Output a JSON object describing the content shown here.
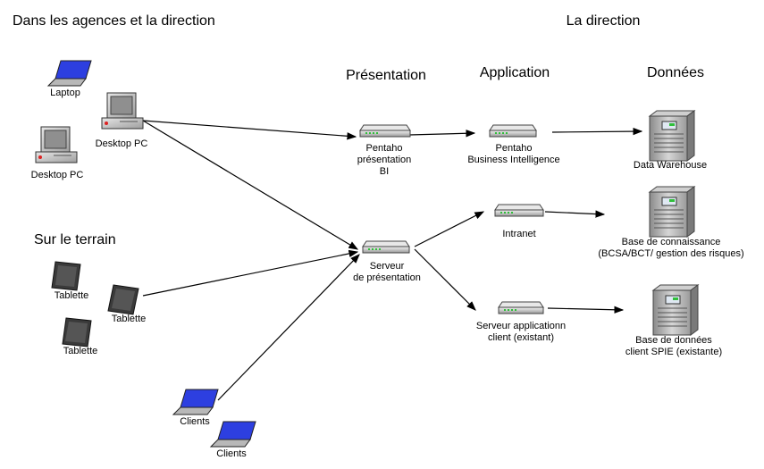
{
  "headers": {
    "agencies": "Dans les agences et la direction",
    "direction": "La direction",
    "presentation": "Présentation",
    "application": "Application",
    "data": "Données",
    "field": "Sur le terrain"
  },
  "labels": {
    "laptop": "Laptop",
    "desktop_pc_1": "Desktop PC",
    "desktop_pc_2": "Desktop PC",
    "pentaho_presentation": [
      "Pentaho",
      "présentation",
      "BI"
    ],
    "pentaho_bi": [
      "Pentaho",
      "Business Intelligence"
    ],
    "data_warehouse": "Data Warehouse",
    "intranet": "Intranet",
    "knowledge_base": [
      "Base de connaissance",
      "(BCSA/BCT/ gestion des risques)"
    ],
    "presentation_server": [
      "Serveur",
      "de présentation"
    ],
    "app_server": [
      "Serveur applicationn",
      "client (existant)"
    ],
    "client_db": [
      "Base de données",
      "client SPIE (existante)"
    ],
    "tablet_1": "Tablette",
    "tablet_2": "Tablette",
    "tablet_3": "Tablette",
    "clients_1": "Clients",
    "clients_2": "Clients"
  },
  "icons": {
    "laptop": "laptop-icon",
    "desktop": "desktop-pc-icon",
    "server": "network-server-icon",
    "tower": "database-server-icon",
    "tablet": "tablet-icon"
  },
  "colors": {
    "stroke": "#000000",
    "laptop_screen": "#2d3fe0",
    "device_gray": "#b8b8b8",
    "tablet_dark": "#3a3a3a"
  }
}
